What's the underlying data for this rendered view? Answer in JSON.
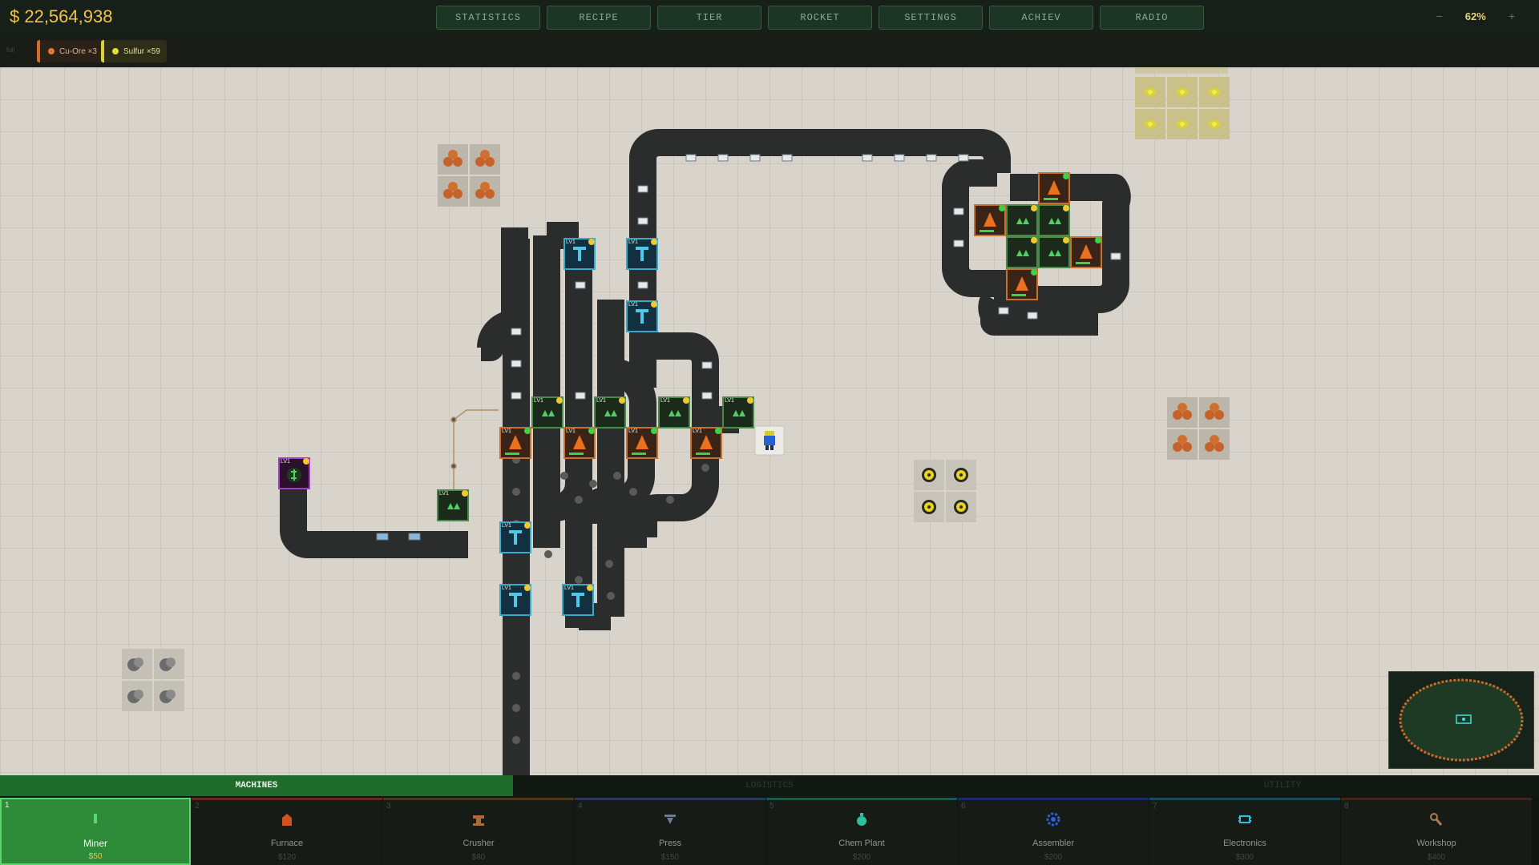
{
  "header": {
    "money": "$ 22,564,938",
    "nav": [
      "STATISTICS",
      "RECIPE",
      "TIER",
      "ROCKET",
      "SETTINGS",
      "ACHIEV",
      "RADIO"
    ],
    "zoom_minus": "−",
    "zoom_value": "62%",
    "zoom_plus": "+"
  },
  "resources": {
    "hint": "full",
    "chips": [
      {
        "label": "Cu-Ore ×3",
        "color": "#e07a30"
      },
      {
        "label": "Sulfur ×59",
        "color": "#e0e030"
      }
    ]
  },
  "machine_level_label": "LV1",
  "bottom": {
    "categories": [
      "MACHINES",
      "LOGISTICS",
      "UTILITY"
    ],
    "slots": [
      {
        "num": "1",
        "label": "Miner",
        "cost": "$50",
        "icon": "miner-icon",
        "color": "#5ad66a"
      },
      {
        "num": "2",
        "label": "Furnace",
        "cost": "$120",
        "icon": "furnace-icon",
        "color": "#d0521e"
      },
      {
        "num": "3",
        "label": "Crusher",
        "cost": "$80",
        "icon": "crusher-icon",
        "color": "#b06a3a"
      },
      {
        "num": "4",
        "label": "Press",
        "cost": "$150",
        "icon": "press-icon",
        "color": "#6a7aa0"
      },
      {
        "num": "5",
        "label": "Chem Plant",
        "cost": "$200",
        "icon": "chem-plant-icon",
        "color": "#2ac0a0"
      },
      {
        "num": "6",
        "label": "Assembler",
        "cost": "$200",
        "icon": "assembler-icon",
        "color": "#2a60e0"
      },
      {
        "num": "7",
        "label": "Electronics",
        "cost": "$300",
        "icon": "electronics-icon",
        "color": "#30c0e0"
      },
      {
        "num": "8",
        "label": "Workshop",
        "cost": "$400",
        "icon": "workshop-icon",
        "color": "#b07a50"
      }
    ]
  }
}
